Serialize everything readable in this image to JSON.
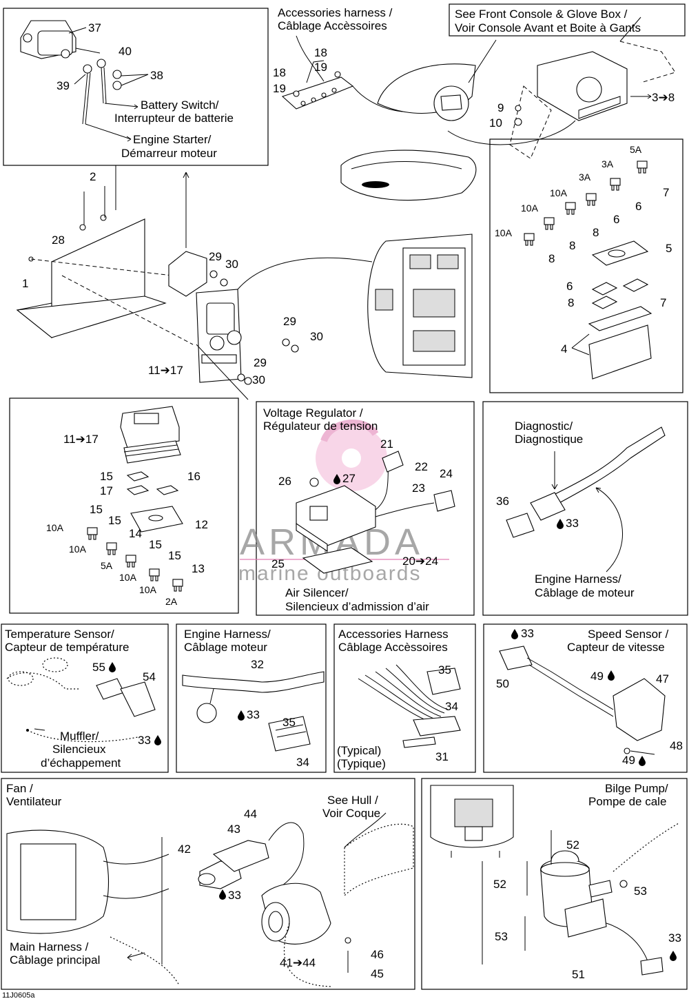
{
  "boxes": {
    "battery": {
      "t1": "Battery Switch/",
      "t2": "Interrupteur de batterie",
      "s1": "Engine Starter/",
      "s2": "Démarreur moteur"
    },
    "acc_top": {
      "t1": "Accessories harness /",
      "t2": "Câblage Accèssoires"
    },
    "front_console": {
      "t1": "See Front Console & Glove Box /",
      "t2": "Voir Console Avant et Boite à Gants"
    },
    "voltage": {
      "t1": "Voltage Regulator /",
      "t2": "Régulateur de tension",
      "s1": "Air Silencer/",
      "s2": "Silencieux d’admission d’air"
    },
    "diagnostic": {
      "t1": "Diagnostic/",
      "t2": "Diagnostique",
      "s1": "Engine Harness/",
      "s2": "Câblage de moteur"
    },
    "temperature": {
      "t1": "Temperature Sensor/",
      "t2": "Capteur de température",
      "s1": "Muffler/",
      "s2": "Silencieux",
      "s3": "d’échappement"
    },
    "engine_harness": {
      "t1": "Engine Harness/",
      "t2": "Câblage moteur"
    },
    "acc_harness": {
      "t1": "Accessories Harness",
      "t2": "Câblage Accèssoires",
      "s1": "(Typical)",
      "s2": "(Typique)"
    },
    "speed": {
      "t1": "Speed Sensor /",
      "t2": "Capteur de vitesse"
    },
    "fan": {
      "t1": "Fan /",
      "t2": "Ventilateur",
      "s1": "See Hull /",
      "s2": "Voir Coque",
      "m1": "Main Harness /",
      "m2": "Câblage principal"
    },
    "bilge": {
      "t1": "Bilge Pump/",
      "t2": "Pompe de cale"
    }
  },
  "callouts": {
    "c37": "37",
    "c40": "40",
    "c38": "38",
    "c39": "39",
    "c18a": "18",
    "c19a": "19",
    "c18b": "18",
    "c19b": "19",
    "c9": "9",
    "c10": "10",
    "c3_8": "3➔8",
    "c2": "2",
    "c28": "28",
    "c1": "1",
    "c29a": "29",
    "c30a": "30",
    "c29b": "29",
    "c30b": "30",
    "c29c": "29",
    "c30c": "30",
    "c11_17a": "11➔17",
    "f5A": "5A",
    "f3Aa": "3A",
    "f3Ab": "3A",
    "f10Aa": "10A",
    "f10Ab": "10A",
    "f10Ac": "10A",
    "c7a": "7",
    "c6a": "6",
    "c6b": "6",
    "c8a": "8",
    "c8b": "8",
    "c8c": "8",
    "c5": "5",
    "c6c": "6",
    "c7b": "7",
    "c8d": "8",
    "c4": "4",
    "c11_17b": "11➔17",
    "c15a": "15",
    "c16": "16",
    "c17": "17",
    "c15b": "15",
    "c15c": "15",
    "c12": "12",
    "c14": "14",
    "c15d": "15",
    "c15e": "15",
    "c13": "13",
    "g10Aa": "10A",
    "g10Ab": "10A",
    "g5A": "5A",
    "g10Ac": "10A",
    "g10Ad": "10A",
    "g2A": "2A",
    "c21": "21",
    "c22": "22",
    "c24": "24",
    "c26": "26",
    "c27": "27",
    "c23": "23",
    "c25": "25",
    "c20_24": "20➔24",
    "c36": "36",
    "c33a": "33",
    "c55": "55",
    "c54": "54",
    "c33b": "33",
    "c32": "32",
    "c33c": "33",
    "c35a": "35",
    "c34a": "34",
    "c35b": "35",
    "c34b": "34",
    "c31": "31",
    "c33d": "33",
    "c50": "50",
    "c49a": "49",
    "c47": "47",
    "c48": "48",
    "c49b": "49",
    "c44a": "44",
    "c43": "43",
    "c42": "42",
    "c33e": "33",
    "c46": "46",
    "c41_44": "41➔44",
    "c45": "45",
    "c52a": "52",
    "c52b": "52",
    "c53a": "53",
    "c53b": "53",
    "c33f": "33",
    "c51": "51"
  },
  "watermark": {
    "brand": "ARMADA",
    "tagline": "marine outboards"
  },
  "ref_code": "11J0605a"
}
